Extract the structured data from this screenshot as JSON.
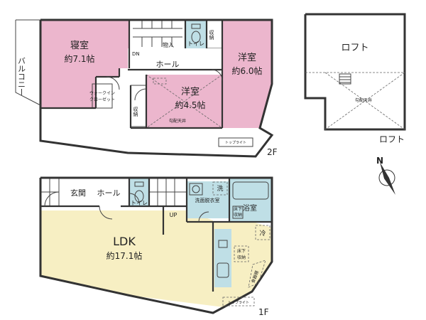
{
  "floor2": {
    "label": "2F",
    "balcony": "バルコニー",
    "bedroom": {
      "name": "寝室",
      "size": "約7.1帖"
    },
    "western1": {
      "name": "洋室",
      "size": "約6.0帖"
    },
    "western2": {
      "name": "洋室",
      "size": "約4.5帖"
    },
    "closet1": "収納",
    "closet2": "収納",
    "closet3": "物入",
    "walkin": [
      "ウォークイン",
      "クローゼット"
    ],
    "hall": "ホール",
    "toilet": "トイレ",
    "down": "DN",
    "ceiling": "勾配天井",
    "toplight": "トップライト"
  },
  "loft": {
    "title": "ロフト",
    "ceiling": "勾配天井",
    "label": "ロフト"
  },
  "floor1": {
    "label": "1F",
    "entrance": "玄関",
    "hall": "ホール",
    "toilet": "トイレ",
    "up": "UP",
    "ldk": {
      "name": "LDK",
      "size": "約17.1帖"
    },
    "washroom": "洗面脱衣室",
    "wash": "洗",
    "bath": "浴室",
    "underfloor1": [
      "床下",
      "収納"
    ],
    "underfloor2": [
      "床下",
      "収納"
    ],
    "fridge": "冷",
    "shelf": "食器棚",
    "toplight": "トップライト"
  },
  "compass": "N",
  "colors": {
    "pink": "#ecb6cd",
    "yellow": "#f7efc3",
    "blue": "#bfdfe6",
    "wall": "#333333"
  }
}
